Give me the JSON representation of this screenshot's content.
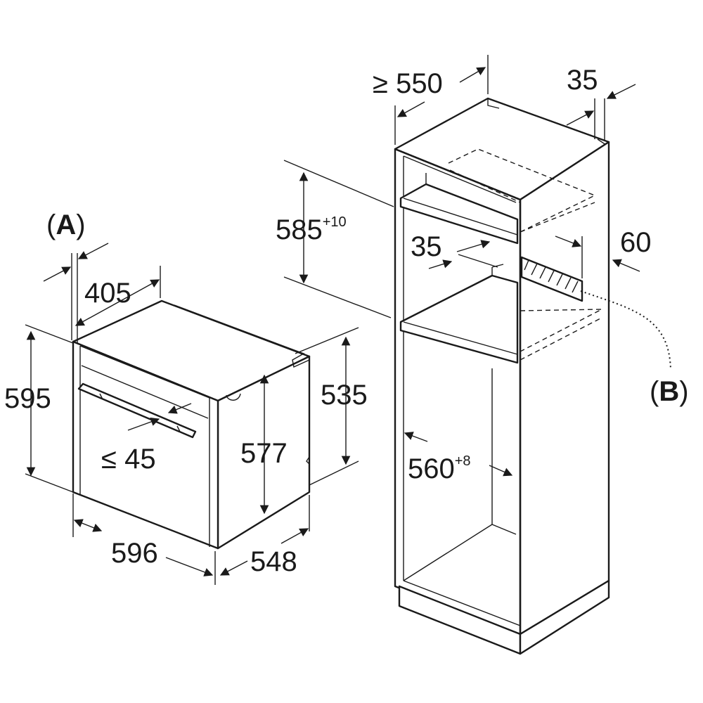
{
  "dimensions": {
    "oven_height": "595",
    "oven_width": "596",
    "oven_depth": "548",
    "oven_body_height": "577",
    "oven_body_depth": "535",
    "front_offset": "405",
    "handle_depth": "≤ 45",
    "cabinet_depth": "≥ 550",
    "cabinet_top_gap": "35",
    "niche_height": "585",
    "niche_height_tolerance": "+10",
    "shelf_gap": "35",
    "vent_width": "60",
    "niche_width": "560",
    "niche_width_tolerance": "+8"
  },
  "callouts": {
    "a_open": "(",
    "a_letter": "A",
    "a_close": ")",
    "b_open": "(",
    "b_letter": "B",
    "b_close": ")"
  }
}
